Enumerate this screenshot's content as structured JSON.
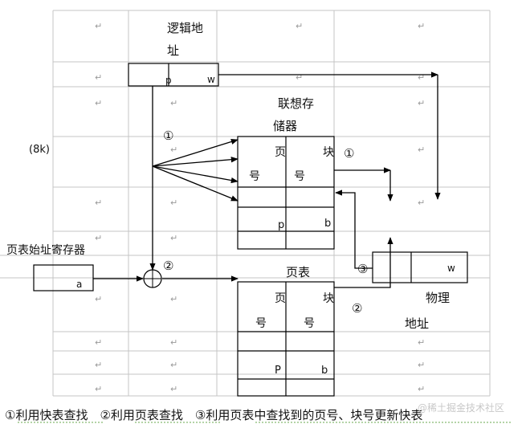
{
  "diagram": {
    "logical_address": {
      "label_line1": "逻辑地",
      "label_line2": "址",
      "page_field": "p",
      "offset_field": "w"
    },
    "associative_memory": {
      "label_line1": "联想存",
      "label_line2": "储器",
      "col_page_line1": "页",
      "col_page_line2": "号",
      "col_block_line1": "块",
      "col_block_line2": "号",
      "entry_page": "p",
      "entry_block": "b"
    },
    "page_table": {
      "label": "页表",
      "col_page_line1": "页",
      "col_page_line2": "号",
      "col_block_line1": "块",
      "col_block_line2": "号",
      "entry_page": "P",
      "entry_block": "b"
    },
    "page_table_register": {
      "label": "页表始址寄存器",
      "field": "a"
    },
    "physical_address": {
      "label_line1": "物理",
      "label_line2": "地址",
      "offset_field": "w"
    },
    "size_note": "(8k)",
    "step_markers": {
      "step1": "①",
      "step2": "②",
      "step3": "③"
    },
    "legend": "①利用快表查找　②利用页表查找　③利用页表中查找到的页号、块号更新快表",
    "watermark": "@稀土掘金技术社区",
    "paragraph_mark": "↵"
  }
}
